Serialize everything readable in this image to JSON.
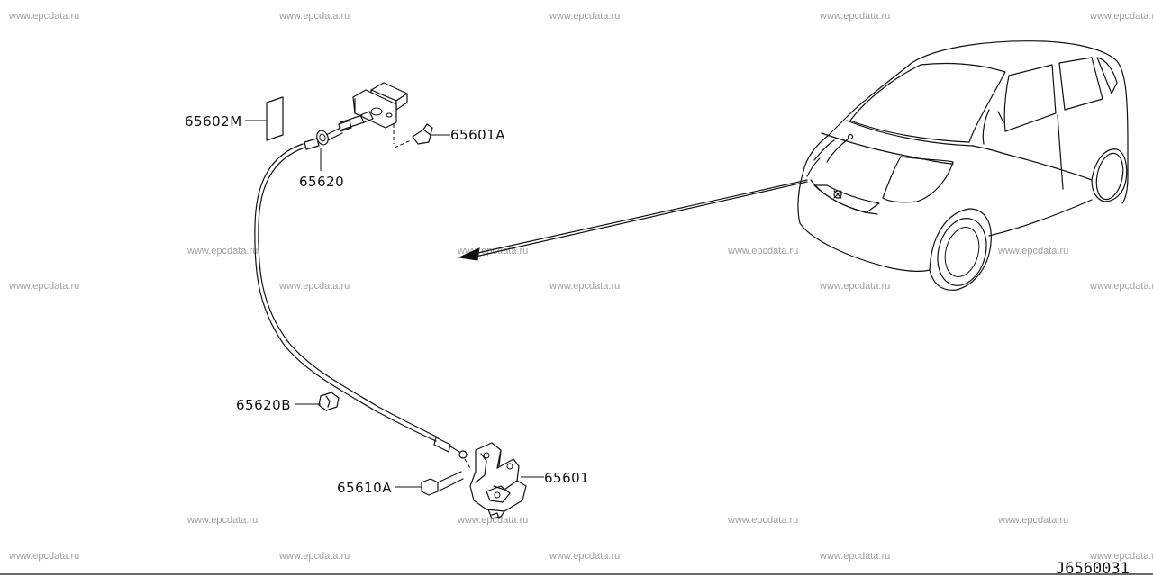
{
  "watermark": "www.epcdata.ru",
  "diagram_code": "J6560031",
  "parts": {
    "p65602m": "65602M",
    "p65620": "65620",
    "p65601a": "65601A",
    "p65620b": "65620B",
    "p65610a": "65610A",
    "p65601": "65601"
  }
}
